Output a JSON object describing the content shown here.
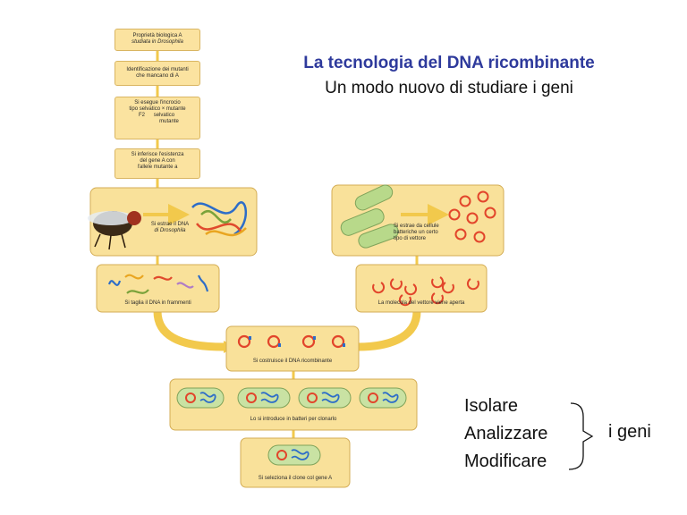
{
  "title": "La tecnologia del DNA ricombinante",
  "subtitle": "Un modo nuovo di studiare i geni",
  "flow": {
    "step1": {
      "l1": "Proprietà biologica A",
      "l2": "studiata in Drosophila"
    },
    "step2": {
      "l1": "Identificazione dei mutanti",
      "l2": "che mancano di A"
    },
    "step3": {
      "l1": "Si esegue l'incrocio",
      "l2a": "tipo selvatico",
      "l2b": "mutante",
      "f2": "F2",
      "l3": "selvatico",
      "l4": "mutante"
    },
    "step4": {
      "l1": "Si inferisce l'esistenza",
      "l2": "del gene A con",
      "l3": "l'allele mutante a"
    }
  },
  "panels": {
    "fly": {
      "l1": "Si estrae il DNA",
      "l2": "di Drosophila"
    },
    "bacteria": {
      "l1": "Si estrae da cellule",
      "l2": "batteriche un certo",
      "l3": "tipo di vettore"
    },
    "fragments": "Si taglia il DNA in frammenti",
    "vector_open": "La molecola del vettore viene aperta",
    "recombinant": "Si costruisce il DNA ricombinante",
    "introduce": "Lo si introduce in batteri per clonarlo",
    "select": "Si seleziona il clone col gene A"
  },
  "side": {
    "verbs": [
      "Isolare",
      "Analizzare",
      "Modificare"
    ],
    "object": "i geni"
  },
  "colors": {
    "title": "#2e3a9c",
    "panel": "#f9e19a",
    "arrow": "#f2c94c",
    "plasmid": "#e2452b"
  }
}
